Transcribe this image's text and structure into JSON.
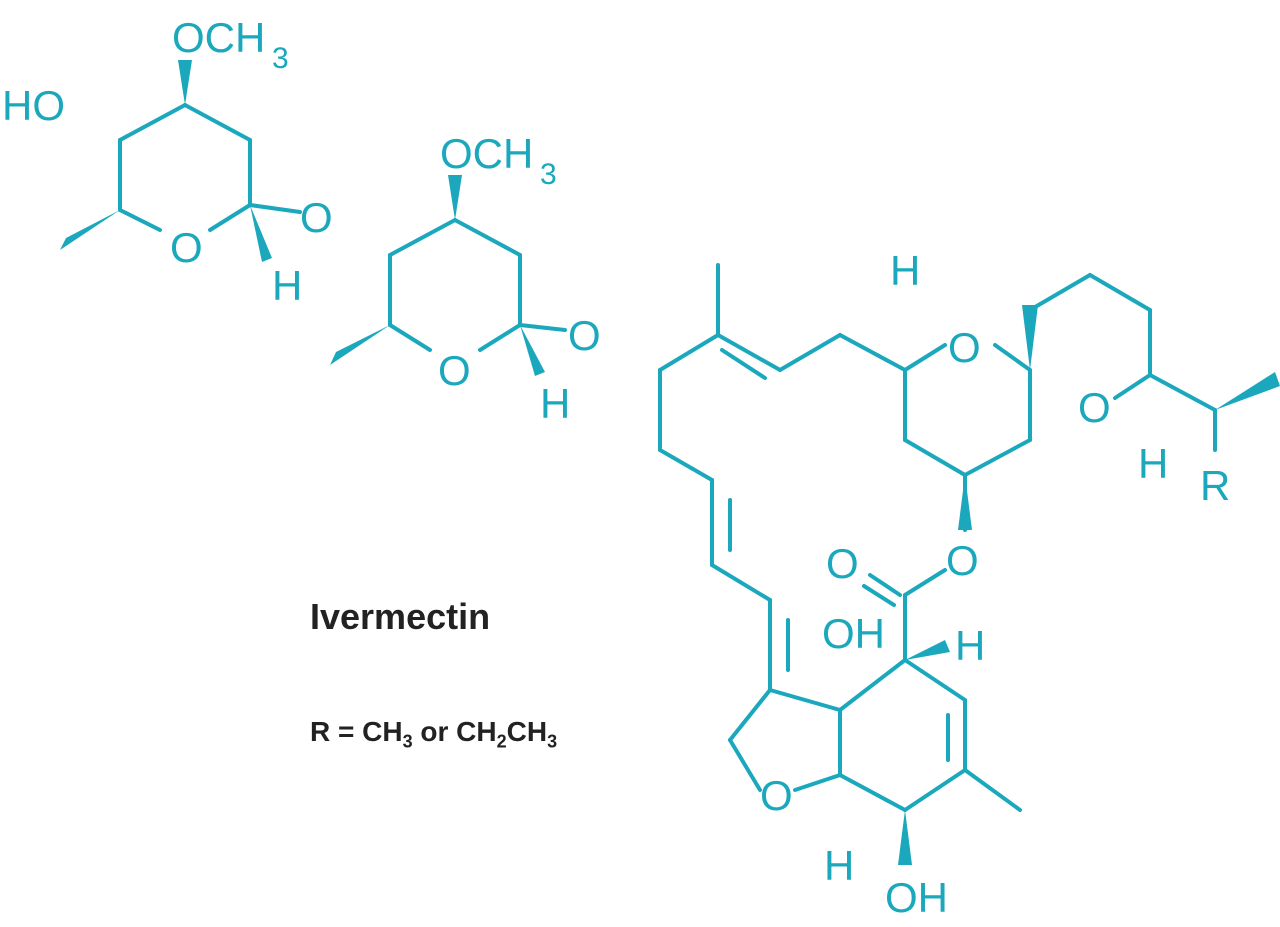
{
  "title": "Ivermectin",
  "r_definition": {
    "prefix": "R = CH",
    "sub1": "3",
    "middle": " or CH",
    "sub2": "2",
    "mid2": "CH",
    "sub3": "3"
  },
  "colors": {
    "structure": "#1ba8bd",
    "text": "#222222"
  },
  "labels": {
    "och3": "OCH",
    "three": "3",
    "ho": "HO",
    "o": "O",
    "h": "H",
    "oh": "OH",
    "r": "R"
  }
}
